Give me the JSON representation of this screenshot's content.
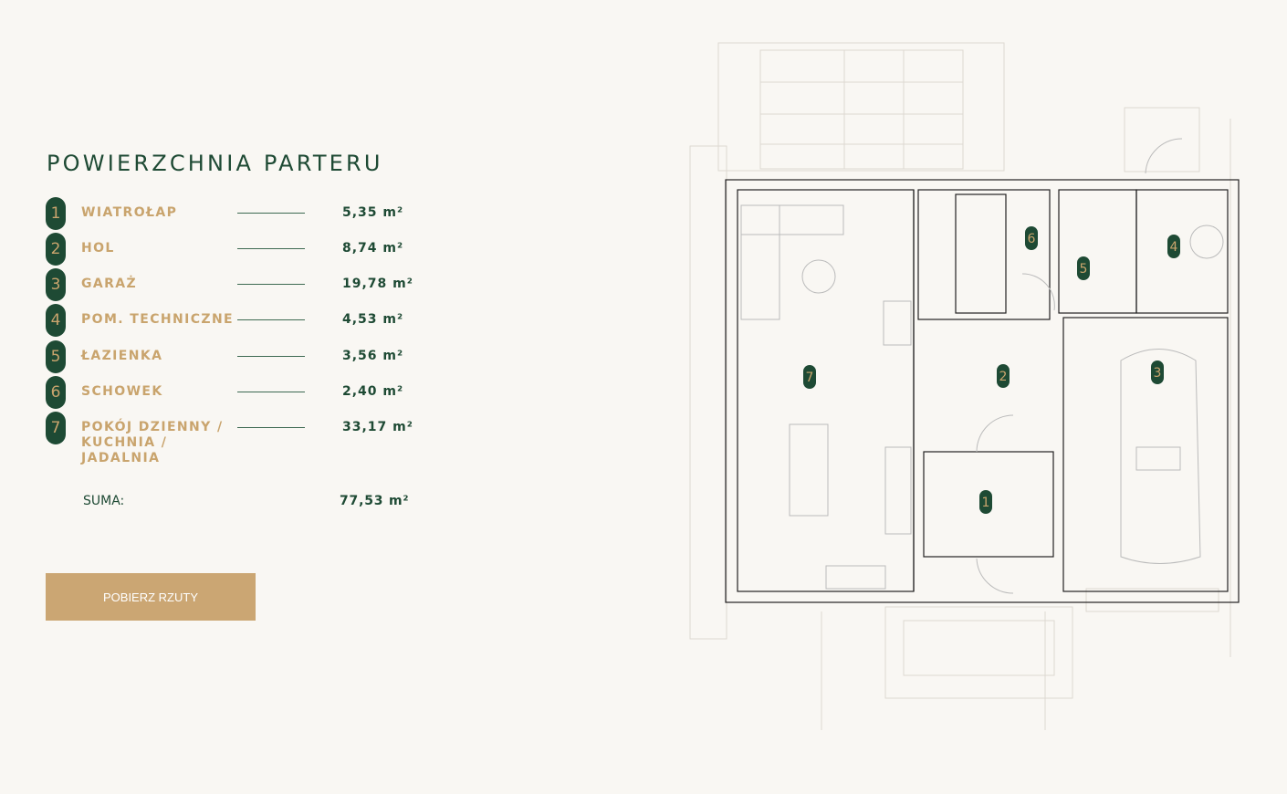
{
  "title": "POWIERZCHNIA PARTERU",
  "rooms": [
    {
      "num": "1",
      "name": "WIATROŁAP",
      "area": "5,35 m²"
    },
    {
      "num": "2",
      "name": "HOL",
      "area": "8,74 m²"
    },
    {
      "num": "3",
      "name": "GARAŻ",
      "area": "19,78 m²"
    },
    {
      "num": "4",
      "name": "POM. TECHNICZNE",
      "area": "4,53 m²"
    },
    {
      "num": "5",
      "name": "ŁAZIENKA",
      "area": "3,56 m²"
    },
    {
      "num": "6",
      "name": "SCHOWEK",
      "area": "2,40 m²"
    },
    {
      "num": "7",
      "name": "POKÓJ DZIENNY / KUCHNIA / JADALNIA",
      "area": "33,17 m²"
    }
  ],
  "sum_label": "SUMA:",
  "sum_value": "77,53 m²",
  "download_button": "POBIERZ RZUTY",
  "colors": {
    "primary": "#1e4a34",
    "accent": "#c9a46d",
    "button": "#cba673"
  }
}
